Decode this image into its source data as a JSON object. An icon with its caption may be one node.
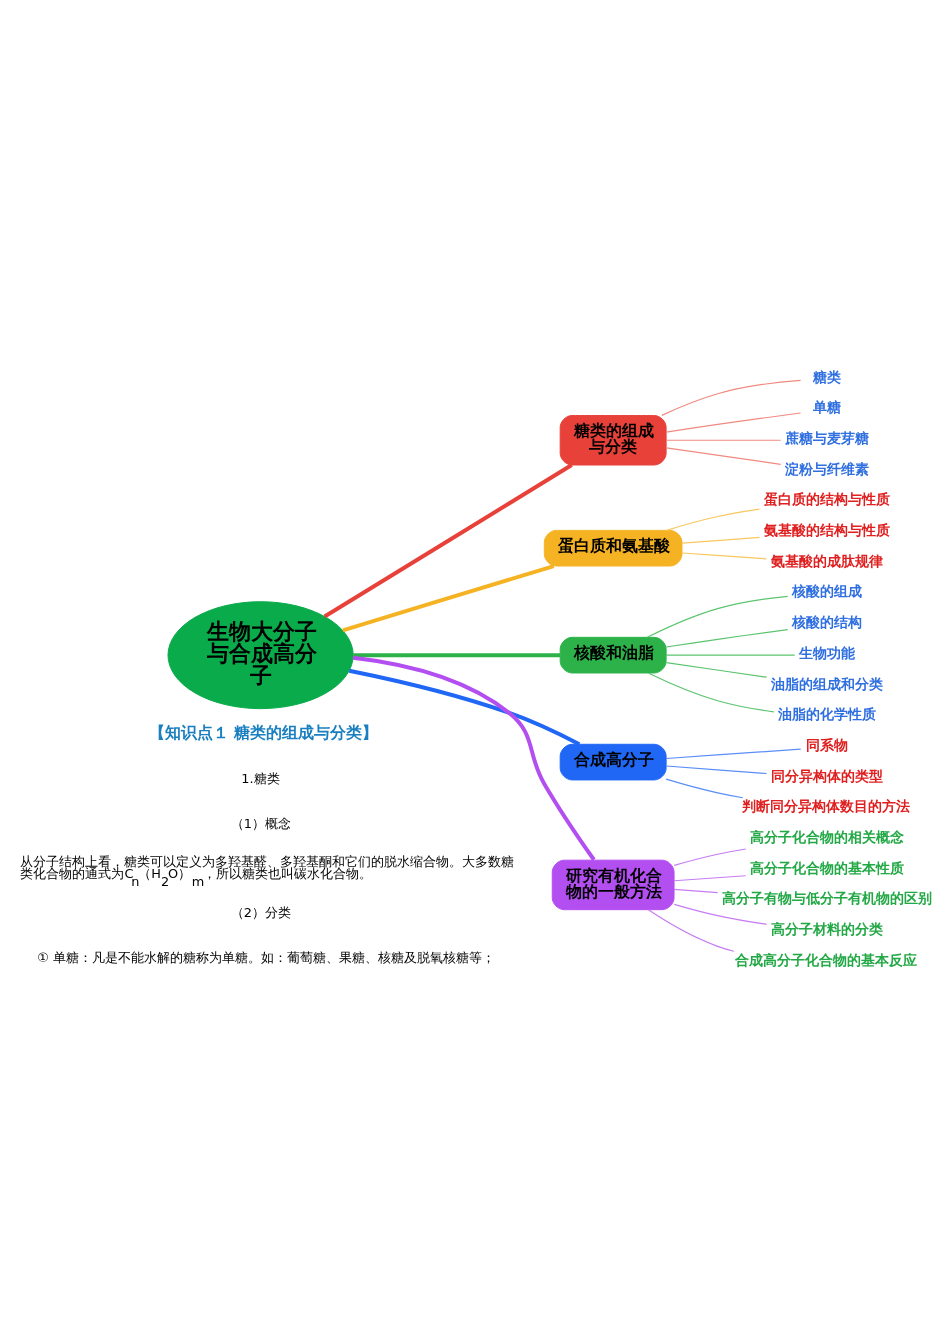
{
  "diagram": {
    "nodes": [
      {
        "text": [
          "生物大分子与合成高分子"
        ]
      },
      {
        "text": [
          "糖类的组成与分类"
        ]
      },
      {
        "text": [
          "糖类"
        ]
      },
      {
        "text": [
          "单糖"
        ]
      },
      {
        "text": [
          "蔗糖与麦芽糖"
        ]
      },
      {
        "text": [
          "淀粉与纤维素"
        ]
      },
      {
        "text": [
          "蛋白质和氨基酸"
        ]
      },
      {
        "text": [
          "蛋白质的结构与性质"
        ]
      },
      {
        "text": [
          "氨基酸的结构与性质"
        ]
      },
      {
        "text": [
          "氨基酸的成肽规律"
        ]
      },
      {
        "text": [
          "核酸和油脂"
        ]
      },
      {
        "text": [
          "核酸的组成"
        ]
      },
      {
        "text": [
          "核酸的结构"
        ]
      },
      {
        "text": [
          "生物功能"
        ]
      },
      {
        "text": [
          "油脂的组成和分类"
        ]
      },
      {
        "text": [
          "油脂的化学性质"
        ]
      },
      {
        "text": [
          "合成高分子"
        ]
      },
      {
        "text": [
          "同系物"
        ]
      },
      {
        "text": [
          "同分异构体的类型"
        ]
      },
      {
        "text": [
          "判断同分异构体数目的方法"
        ]
      },
      {
        "text": [
          "研究有机化合物的一般方法"
        ]
      },
      {
        "text": [
          "高分子化合物的相关概念"
        ]
      },
      {
        "text": [
          "高分子化合物的基本性质"
        ]
      },
      {
        "text": [
          "高分子有物与低分子有机物的区别"
        ]
      },
      {
        "text": [
          "高分子材料的分类"
        ]
      },
      {
        "text": [
          "合成高分子化合物的基本反应"
        ]
      }
    ],
    "edges": [
      {
        "from": 0,
        "to": 1,
        "arrow": "none",
        "style": "thick",
        "color": "#e8413a"
      },
      {
        "from": 1,
        "to": 2,
        "arrow": "none",
        "color": "#f08a80"
      },
      {
        "from": 1,
        "to": 3,
        "arrow": "none",
        "color": "#f08a80"
      },
      {
        "from": 1,
        "to": 4,
        "arrow": "none",
        "color": "#f08a80"
      },
      {
        "from": 1,
        "to": 5,
        "arrow": "none",
        "color": "#f08a80"
      },
      {
        "from": 0,
        "to": 6,
        "arrow": "none",
        "style": "thick",
        "color": "#f5b324"
      },
      {
        "from": 6,
        "to": 7,
        "arrow": "none",
        "color": "#f7c860"
      },
      {
        "from": 6,
        "to": 8,
        "arrow": "none",
        "color": "#f7c860"
      },
      {
        "from": 6,
        "to": 9,
        "arrow": "none",
        "color": "#f7c860"
      },
      {
        "from": 0,
        "to": 10,
        "arrow": "none",
        "style": "thick",
        "color": "#2db24a"
      },
      {
        "from": 10,
        "to": 11,
        "arrow": "none",
        "color": "#5cc46f"
      },
      {
        "from": 10,
        "to": 12,
        "arrow": "none",
        "color": "#5cc46f"
      },
      {
        "from": 10,
        "to": 13,
        "arrow": "none",
        "color": "#5cc46f"
      },
      {
        "from": 10,
        "to": 14,
        "arrow": "none",
        "color": "#5cc46f"
      },
      {
        "from": 10,
        "to": 15,
        "arrow": "none",
        "color": "#5cc46f"
      },
      {
        "from": 0,
        "to": 16,
        "arrow": "none",
        "style": "thick",
        "color": "#2167f5"
      },
      {
        "from": 16,
        "to": 17,
        "arrow": "none",
        "color": "#5b8ef7"
      },
      {
        "from": 16,
        "to": 18,
        "arrow": "none",
        "color": "#5b8ef7"
      },
      {
        "from": 16,
        "to": 19,
        "arrow": "none",
        "color": "#5b8ef7"
      },
      {
        "from": 0,
        "to": 20,
        "arrow": "none",
        "style": "thick",
        "color": "#b34ef0"
      },
      {
        "from": 20,
        "to": 21,
        "arrow": "none",
        "color": "#c67cf3"
      },
      {
        "from": 20,
        "to": 22,
        "arrow": "none",
        "color": "#c67cf3"
      },
      {
        "from": 20,
        "to": 23,
        "arrow": "none",
        "color": "#c67cf3"
      },
      {
        "from": 20,
        "to": 24,
        "arrow": "none",
        "color": "#c67cf3"
      },
      {
        "from": 20,
        "to": 25,
        "arrow": "none",
        "color": "#c67cf3"
      }
    ],
    "labels": [
      "【知识点１ 糖类的组成与分类】",
      "1.糖类",
      "（1）概念",
      "从分子结构上看，糖类可以定义为多羟基醛、多羟基酮和它们的脱水缩合物。大多数糖类化合物的通式为C$_{n}$（H$_{2}$O）$_{m}$，所以糖类也叫碳水化合物。",
      "（2）分类",
      "① 单糖：凡是不能水解的糖称为单糖。如：葡萄糖、果糖、核糖及脱氧核糖等；"
    ]
  }
}
